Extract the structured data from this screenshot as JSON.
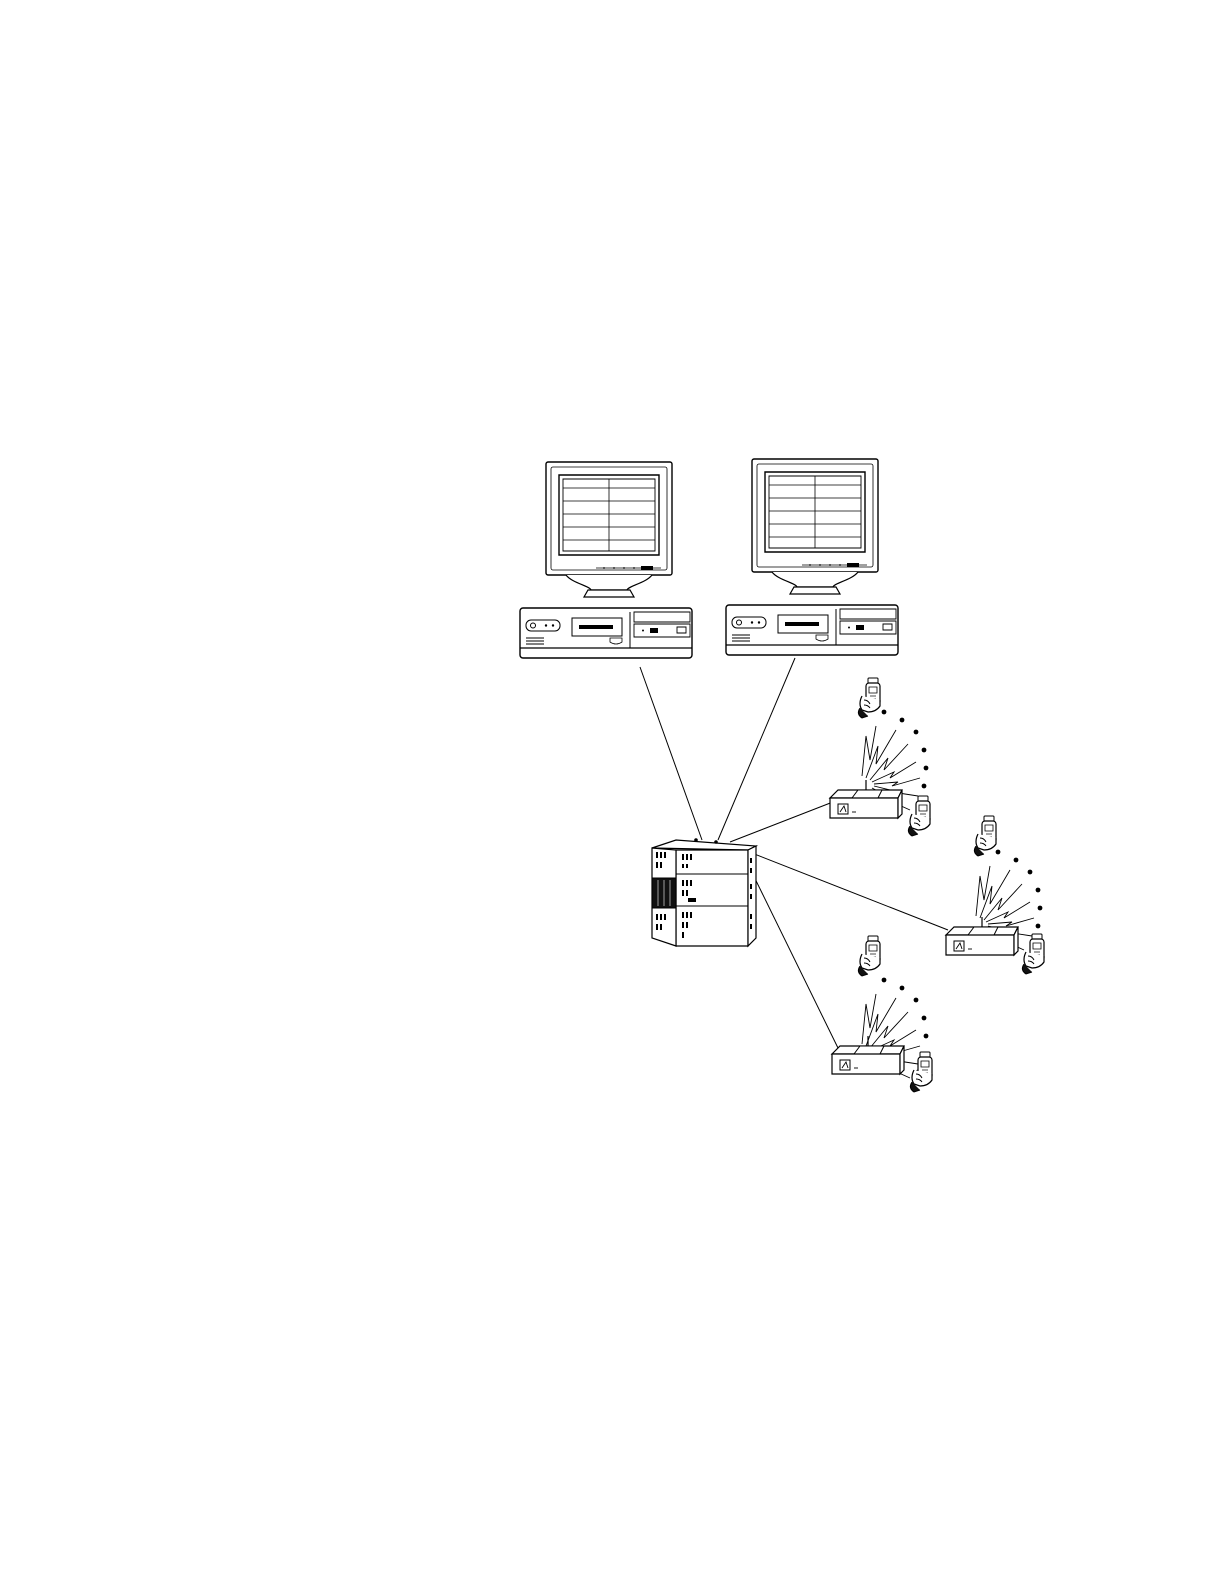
{
  "diagram": {
    "style": {
      "background": "#ffffff",
      "line_color": "#000000",
      "fill_color": "#ffffff",
      "dark_fill": "#111111"
    },
    "nodes": [
      {
        "id": "workstation-1",
        "kind": "desktop-computer"
      },
      {
        "id": "workstation-2",
        "kind": "desktop-computer"
      },
      {
        "id": "server",
        "kind": "tower-server"
      },
      {
        "id": "base-station-1",
        "kind": "wireless-base-station"
      },
      {
        "id": "base-station-2",
        "kind": "wireless-base-station"
      },
      {
        "id": "base-station-3",
        "kind": "wireless-base-station"
      }
    ],
    "edges": [
      {
        "from": "workstation-1",
        "to": "server"
      },
      {
        "from": "workstation-2",
        "to": "server"
      },
      {
        "from": "server",
        "to": "base-station-1"
      },
      {
        "from": "server",
        "to": "base-station-2"
      },
      {
        "from": "server",
        "to": "base-station-3"
      }
    ],
    "handheld_terminals_per_station": 2
  }
}
